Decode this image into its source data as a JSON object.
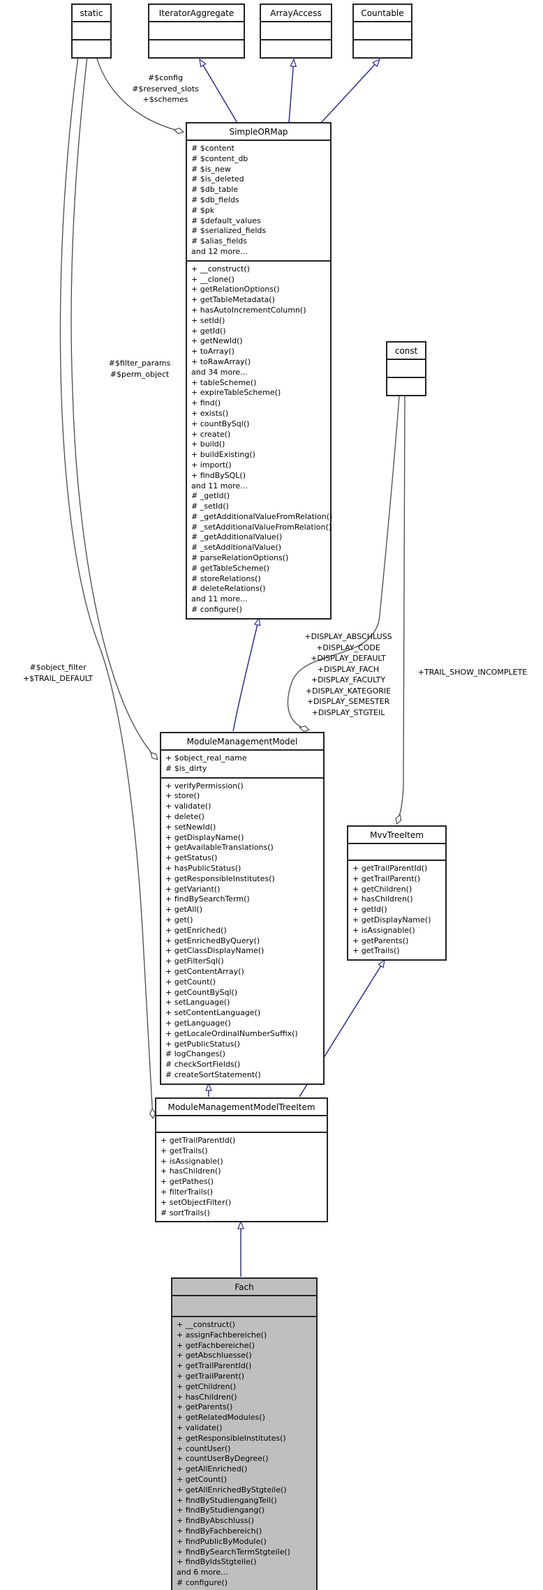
{
  "diagram": {
    "colors": {
      "inheritance_edge": "#2d2d9c",
      "aggregation_edge": "#4a4a4a",
      "box_border": "#232323",
      "box_background": "#ffffff",
      "highlight_background": "#bfbfbf",
      "text": "#000000"
    },
    "classes": [
      {
        "id": "static",
        "title": "static",
        "attributes": [],
        "methods": []
      },
      {
        "id": "iterator_aggregate",
        "title": "IteratorAggregate",
        "attributes": [],
        "methods": []
      },
      {
        "id": "array_access",
        "title": "ArrayAccess",
        "attributes": [],
        "methods": []
      },
      {
        "id": "countable",
        "title": "Countable",
        "attributes": [],
        "methods": []
      },
      {
        "id": "simple_or_map",
        "title": "SimpleORMap",
        "attributes": [
          "# $content",
          "# $content_db",
          "# $is_new",
          "# $is_deleted",
          "# $db_table",
          "# $db_fields",
          "# $pk",
          "# $default_values",
          "# $serialized_fields",
          "# $alias_fields",
          "and 12 more..."
        ],
        "methods": [
          "+ __construct()",
          "+ __clone()",
          "+ getRelationOptions()",
          "+ getTableMetadata()",
          "+ hasAutoIncrementColumn()",
          "+ setId()",
          "+ getId()",
          "+ getNewId()",
          "+ toArray()",
          "+ toRawArray()",
          "and 34 more...",
          "+ tableScheme()",
          "+ expireTableScheme()",
          "+ find()",
          "+ exists()",
          "+ countBySql()",
          "+ create()",
          "+ build()",
          "+ buildExisting()",
          "+ import()",
          "+ findBySQL()",
          "and 11 more...",
          "# _getId()",
          "# _setId()",
          "# _getAdditionalValueFromRelation()",
          "# _setAdditionalValueFromRelation()",
          "# _getAdditionalValue()",
          "# _setAdditionalValue()",
          "# parseRelationOptions()",
          "# getTableScheme()",
          "# storeRelations()",
          "# deleteRelations()",
          "and 11 more...",
          "# configure()"
        ]
      },
      {
        "id": "const",
        "title": "const",
        "attributes": [],
        "methods": []
      },
      {
        "id": "module_management_model",
        "title": "ModuleManagementModel",
        "attributes": [
          "+ $object_real_name",
          "# $is_dirty"
        ],
        "methods": [
          "+ verifyPermission()",
          "+ store()",
          "+ validate()",
          "+ delete()",
          "+ setNewId()",
          "+ getDisplayName()",
          "+ getAvailableTranslations()",
          "+ getStatus()",
          "+ hasPublicStatus()",
          "+ getResponsibleInstitutes()",
          "+ getVariant()",
          "+ findBySearchTerm()",
          "+ getAll()",
          "+ get()",
          "+ getEnriched()",
          "+ getEnrichedByQuery()",
          "+ getClassDisplayName()",
          "+ getFilterSql()",
          "+ getContentArray()",
          "+ getCount()",
          "+ getCountBySql()",
          "+ setLanguage()",
          "+ setContentLanguage()",
          "+ getLanguage()",
          "+ getLocaleOrdinalNumberSuffix()",
          "+ getPublicStatus()",
          "# logChanges()",
          "# checkSortFields()",
          "# createSortStatement()"
        ]
      },
      {
        "id": "mvv_tree_item",
        "title": "MvvTreeItem",
        "attributes": [],
        "methods": [
          "+ getTrailParentId()",
          "+ getTrailParent()",
          "+ getChildren()",
          "+ hasChildren()",
          "+ getId()",
          "+ getDisplayName()",
          "+ isAssignable()",
          "+ getParents()",
          "+ getTrails()"
        ]
      },
      {
        "id": "module_management_model_tree_item",
        "title": "ModuleManagementModelTreeItem",
        "attributes": [],
        "methods": [
          "+ getTrailParentId()",
          "+ getTrails()",
          "+ isAssignable()",
          "+ hasChildren()",
          "+ getPathes()",
          "+ filterTrails()",
          "+ setObjectFilter()",
          "# sortTrails()"
        ]
      },
      {
        "id": "fach",
        "title": "Fach",
        "highlight": true,
        "attributes": [],
        "methods": [
          "+ __construct()",
          "+ assignFachbereiche()",
          "+ getFachbereiche()",
          "+ getAbschluesse()",
          "+ getTrailParentId()",
          "+ getTrailParent()",
          "+ getChildren()",
          "+ hasChildren()",
          "+ getParents()",
          "+ getRelatedModules()",
          "+ validate()",
          "+ getResponsibleInstitutes()",
          "+ countUser()",
          "+ countUserByDegree()",
          "+ getAllEnriched()",
          "+ getCount()",
          "+ getAllEnrichedByStgteile()",
          "+ findByStudiengangTeil()",
          "+ findByStudiengang()",
          "+ findByAbschluss()",
          "+ findByFachbereich()",
          "+ findPublicByModule()",
          "+ findBySearchTermStgteile()",
          "+ findByIdsStgteile()",
          "and 6 more...",
          "# configure()"
        ]
      }
    ],
    "edge_labels": [
      {
        "id": "config_label",
        "lines": [
          "#$config",
          "#$reserved_slots",
          "+$schemes"
        ]
      },
      {
        "id": "filter_params_label",
        "lines": [
          "#$filter_params",
          "#$perm_object"
        ]
      },
      {
        "id": "object_filter_label",
        "lines": [
          "#$object_filter",
          "+$TRAIL_DEFAULT"
        ]
      },
      {
        "id": "display_label",
        "lines": [
          "+DISPLAY_ABSCHLUSS",
          "+DISPLAY_CODE",
          "+DISPLAY_DEFAULT",
          "+DISPLAY_FACH",
          "+DISPLAY_FACULTY",
          "+DISPLAY_KATEGORIE",
          "+DISPLAY_SEMESTER",
          "+DISPLAY_STGTEIL"
        ]
      },
      {
        "id": "trail_show_label",
        "lines": [
          "+TRAIL_SHOW_INCOMPLETE"
        ]
      }
    ]
  }
}
